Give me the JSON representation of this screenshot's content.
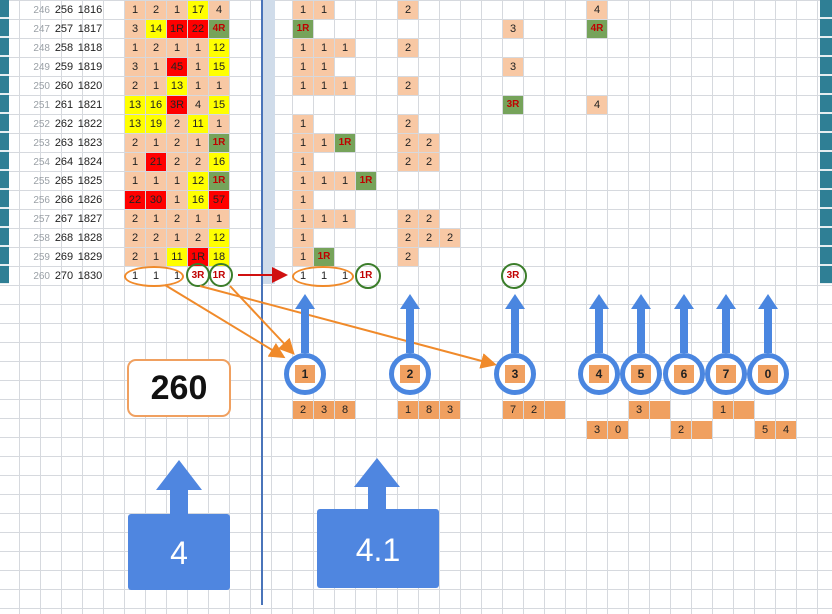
{
  "rows": [
    {
      "idx": "246",
      "a": "256",
      "b": "1816"
    },
    {
      "idx": "247",
      "a": "257",
      "b": "1817"
    },
    {
      "idx": "248",
      "a": "258",
      "b": "1818"
    },
    {
      "idx": "249",
      "a": "259",
      "b": "1819"
    },
    {
      "idx": "250",
      "a": "260",
      "b": "1820"
    },
    {
      "idx": "251",
      "a": "261",
      "b": "1821"
    },
    {
      "idx": "252",
      "a": "262",
      "b": "1822"
    },
    {
      "idx": "253",
      "a": "263",
      "b": "1823"
    },
    {
      "idx": "254",
      "a": "264",
      "b": "1824"
    },
    {
      "idx": "255",
      "a": "265",
      "b": "1825"
    },
    {
      "idx": "256",
      "a": "266",
      "b": "1826"
    },
    {
      "idx": "257",
      "a": "267",
      "b": "1827"
    },
    {
      "idx": "258",
      "a": "268",
      "b": "1828"
    },
    {
      "idx": "259",
      "a": "269",
      "b": "1829"
    },
    {
      "idx": "260",
      "a": "270",
      "b": "1830"
    }
  ],
  "left_cells": [
    [
      "1",
      "2",
      "1",
      "17",
      "4"
    ],
    [
      "3",
      "14",
      "1R",
      "22",
      "4R"
    ],
    [
      "1",
      "2",
      "1",
      "1",
      "12"
    ],
    [
      "3",
      "1",
      "45",
      "1",
      "15"
    ],
    [
      "2",
      "1",
      "13",
      "1",
      "1"
    ],
    [
      "13",
      "16",
      "3R",
      "4",
      "15"
    ],
    [
      "13",
      "19",
      "2",
      "11",
      "1"
    ],
    [
      "2",
      "1",
      "2",
      "1",
      "1R"
    ],
    [
      "1",
      "21",
      "2",
      "2",
      "16"
    ],
    [
      "1",
      "1",
      "1",
      "12",
      "1R"
    ],
    [
      "22",
      "30",
      "1",
      "16",
      "57"
    ],
    [
      "2",
      "1",
      "2",
      "1",
      "1"
    ],
    [
      "2",
      "2",
      "1",
      "2",
      "12"
    ],
    [
      "2",
      "1",
      "11",
      "1R",
      "18"
    ],
    [
      "1",
      "1",
      "1",
      "3R",
      "1R"
    ]
  ],
  "left_colors": [
    [
      "p",
      "p",
      "p",
      "y",
      "p"
    ],
    [
      "p",
      "y",
      "r",
      "r",
      "g"
    ],
    [
      "p",
      "p",
      "p",
      "p",
      "y"
    ],
    [
      "p",
      "p",
      "r",
      "p",
      "y"
    ],
    [
      "p",
      "p",
      "y",
      "p",
      "p"
    ],
    [
      "y",
      "y",
      "r",
      "p",
      "y"
    ],
    [
      "y",
      "y",
      "p",
      "y",
      "p"
    ],
    [
      "p",
      "p",
      "p",
      "p",
      "g"
    ],
    [
      "p",
      "r",
      "p",
      "p",
      "y"
    ],
    [
      "p",
      "p",
      "p",
      "y",
      "g"
    ],
    [
      "r",
      "r",
      "p",
      "y",
      "r"
    ],
    [
      "p",
      "p",
      "p",
      "p",
      "p"
    ],
    [
      "p",
      "p",
      "p",
      "p",
      "y"
    ],
    [
      "p",
      "p",
      "y",
      "r",
      "y"
    ],
    [
      "n",
      "n",
      "n",
      "b",
      "b"
    ]
  ],
  "right_cells": [
    {
      "r": 0,
      "c": 0,
      "t": "1",
      "k": "p"
    },
    {
      "r": 0,
      "c": 1,
      "t": "1",
      "k": "p"
    },
    {
      "r": 0,
      "c": 5,
      "t": "2",
      "k": "p"
    },
    {
      "r": 0,
      "c": 14,
      "t": "4",
      "k": "p"
    },
    {
      "r": 1,
      "c": 0,
      "t": "1R",
      "k": "g"
    },
    {
      "r": 1,
      "c": 10,
      "t": "3",
      "k": "p"
    },
    {
      "r": 1,
      "c": 14,
      "t": "4R",
      "k": "g"
    },
    {
      "r": 2,
      "c": 0,
      "t": "1",
      "k": "p"
    },
    {
      "r": 2,
      "c": 1,
      "t": "1",
      "k": "p"
    },
    {
      "r": 2,
      "c": 2,
      "t": "1",
      "k": "p"
    },
    {
      "r": 2,
      "c": 5,
      "t": "2",
      "k": "p"
    },
    {
      "r": 3,
      "c": 0,
      "t": "1",
      "k": "p"
    },
    {
      "r": 3,
      "c": 1,
      "t": "1",
      "k": "p"
    },
    {
      "r": 3,
      "c": 10,
      "t": "3",
      "k": "p"
    },
    {
      "r": 4,
      "c": 0,
      "t": "1",
      "k": "p"
    },
    {
      "r": 4,
      "c": 1,
      "t": "1",
      "k": "p"
    },
    {
      "r": 4,
      "c": 2,
      "t": "1",
      "k": "p"
    },
    {
      "r": 4,
      "c": 5,
      "t": "2",
      "k": "p"
    },
    {
      "r": 5,
      "c": 10,
      "t": "3R",
      "k": "g"
    },
    {
      "r": 5,
      "c": 14,
      "t": "4",
      "k": "p"
    },
    {
      "r": 6,
      "c": 0,
      "t": "1",
      "k": "p"
    },
    {
      "r": 6,
      "c": 5,
      "t": "2",
      "k": "p"
    },
    {
      "r": 7,
      "c": 0,
      "t": "1",
      "k": "p"
    },
    {
      "r": 7,
      "c": 1,
      "t": "1",
      "k": "p"
    },
    {
      "r": 7,
      "c": 2,
      "t": "1R",
      "k": "g"
    },
    {
      "r": 7,
      "c": 5,
      "t": "2",
      "k": "p"
    },
    {
      "r": 7,
      "c": 6,
      "t": "2",
      "k": "p"
    },
    {
      "r": 8,
      "c": 0,
      "t": "1",
      "k": "p"
    },
    {
      "r": 8,
      "c": 5,
      "t": "2",
      "k": "p"
    },
    {
      "r": 8,
      "c": 6,
      "t": "2",
      "k": "p"
    },
    {
      "r": 9,
      "c": 0,
      "t": "1",
      "k": "p"
    },
    {
      "r": 9,
      "c": 1,
      "t": "1",
      "k": "p"
    },
    {
      "r": 9,
      "c": 2,
      "t": "1",
      "k": "p"
    },
    {
      "r": 9,
      "c": 3,
      "t": "1R",
      "k": "g"
    },
    {
      "r": 10,
      "c": 0,
      "t": "1",
      "k": "p"
    },
    {
      "r": 11,
      "c": 0,
      "t": "1",
      "k": "p"
    },
    {
      "r": 11,
      "c": 1,
      "t": "1",
      "k": "p"
    },
    {
      "r": 11,
      "c": 2,
      "t": "1",
      "k": "p"
    },
    {
      "r": 11,
      "c": 5,
      "t": "2",
      "k": "p"
    },
    {
      "r": 11,
      "c": 6,
      "t": "2",
      "k": "p"
    },
    {
      "r": 12,
      "c": 0,
      "t": "1",
      "k": "p"
    },
    {
      "r": 12,
      "c": 5,
      "t": "2",
      "k": "p"
    },
    {
      "r": 12,
      "c": 6,
      "t": "2",
      "k": "p"
    },
    {
      "r": 12,
      "c": 7,
      "t": "2",
      "k": "p"
    },
    {
      "r": 13,
      "c": 0,
      "t": "1",
      "k": "p"
    },
    {
      "r": 13,
      "c": 1,
      "t": "1R",
      "k": "g"
    },
    {
      "r": 13,
      "c": 5,
      "t": "2",
      "k": "p"
    },
    {
      "r": 14,
      "c": 0,
      "t": "1",
      "k": "n"
    },
    {
      "r": 14,
      "c": 1,
      "t": "1",
      "k": "n"
    },
    {
      "r": 14,
      "c": 2,
      "t": "1",
      "k": "n"
    },
    {
      "r": 14,
      "c": 3,
      "t": "1R",
      "k": "b"
    },
    {
      "r": 14,
      "c": 10,
      "t": "3R",
      "k": "b"
    }
  ],
  "digit_circles": [
    "1",
    "2",
    "3",
    "4",
    "5",
    "6",
    "7",
    "0"
  ],
  "summary_row1": [
    {
      "c": 0,
      "t": "2"
    },
    {
      "c": 1,
      "t": "3"
    },
    {
      "c": 2,
      "t": "8"
    },
    {
      "c": 5,
      "t": "1"
    },
    {
      "c": 6,
      "t": "8"
    },
    {
      "c": 7,
      "t": "3"
    },
    {
      "c": 10,
      "t": "7"
    },
    {
      "c": 11,
      "t": "2"
    },
    {
      "c": 12,
      "t": ""
    },
    {
      "c": 16,
      "t": "3"
    },
    {
      "c": 17,
      "t": ""
    },
    {
      "c": 20,
      "t": "1"
    },
    {
      "c": 21,
      "t": ""
    }
  ],
  "summary_row2": [
    {
      "c": 14,
      "t": "3"
    },
    {
      "c": 15,
      "t": "0"
    },
    {
      "c": 18,
      "t": "2"
    },
    {
      "c": 19,
      "t": ""
    },
    {
      "c": 22,
      "t": "5"
    },
    {
      "c": 23,
      "t": "4"
    }
  ],
  "labels": {
    "box_260": "260",
    "btn_4": "4",
    "btn_41": "4.1"
  },
  "colors": {
    "peach": "#f8c8a4",
    "yellow": "#ffff00",
    "red": "#ff0000",
    "green": "#76a35a",
    "orange": "#f0a060",
    "blue": "#4f86e0"
  }
}
